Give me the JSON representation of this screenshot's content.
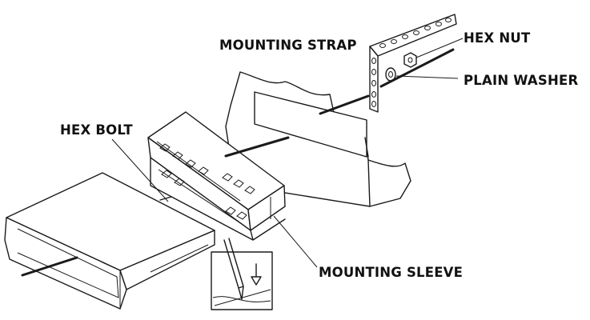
{
  "labels": {
    "mounting_strap": "MOUNTING STRAP",
    "hex_nut": "HEX NUT",
    "plain_washer": "PLAIN WASHER",
    "hex_bolt": "HEX BOLT",
    "mounting_sleeve": "MOUNTING SLEEVE"
  },
  "colors": {
    "line": "#1a1a1a",
    "background": "#ffffff"
  }
}
